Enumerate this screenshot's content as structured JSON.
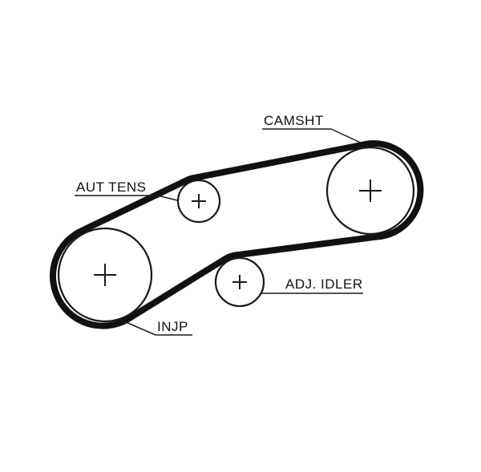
{
  "diagram": {
    "kind": "timing-belt-routing-diagram",
    "colors": {
      "line": "#1a1a1a",
      "belt": "#111111",
      "background": "#ffffff"
    },
    "labels": {
      "camsht": "CAMSHT",
      "aut_tens": "AUT TENS",
      "adj_idler": "ADJ. IDLER",
      "injp": "INJP"
    },
    "pulleys": [
      {
        "id": "injp",
        "label": "INJP",
        "center_mark": "+"
      },
      {
        "id": "camsht",
        "label": "CAMSHT",
        "center_mark": "+"
      },
      {
        "id": "aut-tens",
        "label": "AUT TENS",
        "center_mark": "+"
      },
      {
        "id": "adj-idler",
        "label": "ADJ. IDLER",
        "center_mark": "+"
      }
    ]
  }
}
